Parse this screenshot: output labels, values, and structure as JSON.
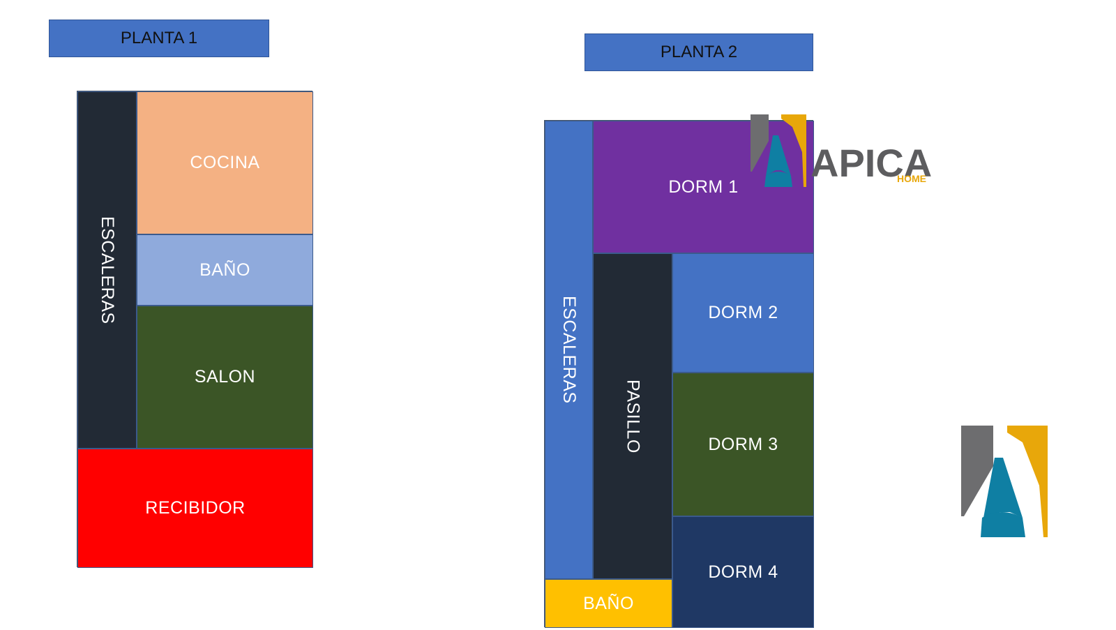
{
  "floor1": {
    "title": "PLANTA 1",
    "rooms": {
      "escaleras": "ESCALERAS",
      "cocina": "COCINA",
      "bano": "BAÑO",
      "salon": "SALON",
      "recibidor": "RECIBIDOR"
    }
  },
  "floor2": {
    "title": "PLANTA 2",
    "rooms": {
      "escaleras": "ESCALERAS",
      "dorm1": "DORM 1",
      "pasillo": "PASILLO",
      "dorm2": "DORM 2",
      "dorm3": "DORM 3",
      "dorm4": "DORM 4",
      "bano": "BAÑO"
    }
  },
  "logo": {
    "wordmark": "APICA",
    "sub": "HOME"
  },
  "colors": {
    "title_bg": "#4472c4",
    "escaleras_dark": "#222a35",
    "cocina": "#f4b183",
    "bano_light": "#8faadc",
    "green": "#3b5526",
    "recibidor": "#ff0000",
    "escaleras_blue": "#4472c4",
    "dorm1": "#7030a0",
    "dorm4": "#1f3864",
    "bano_yellow": "#ffc000",
    "logo_gray": "#6d6d6f",
    "logo_gold": "#e8a70a",
    "logo_teal": "#0f7fa3"
  }
}
